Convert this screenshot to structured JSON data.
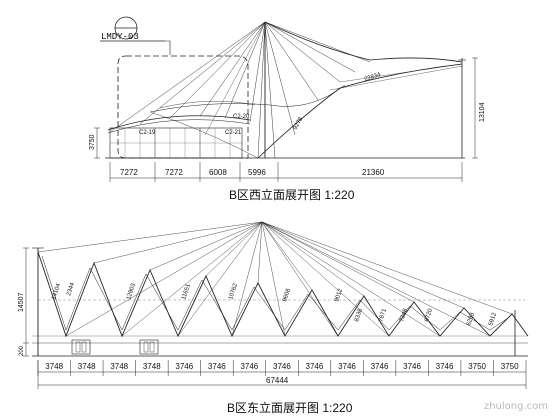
{
  "detail_ref": "LMDY-03",
  "west": {
    "caption": "B区西立面展开图 1:220",
    "dims_bottom": [
      "7272",
      "7272",
      "6008",
      "5996",
      "21360"
    ],
    "dim_right": "13104",
    "dim_left": "3750",
    "dim_diag": "22834",
    "labels": [
      "C2-19",
      "C2-20",
      "C2-21",
      "9278"
    ]
  },
  "east": {
    "caption": "B区东立面展开图 1:220",
    "dims_bottom": [
      "3748",
      "3748",
      "3748",
      "3748",
      "3746",
      "3746",
      "3746",
      "3746",
      "3746",
      "3746",
      "3746",
      "3746",
      "3746",
      "3750",
      "3750"
    ],
    "dim_total": "67444",
    "dim_left": "14507",
    "dim_left_small": "200",
    "diag_labels": [
      "14104",
      "2344",
      "12903",
      "11651",
      "10762",
      "9608",
      "9012",
      "8338",
      "7871",
      "7348",
      "6720",
      "6293",
      "5912"
    ]
  },
  "watermark": "zhulong.com"
}
